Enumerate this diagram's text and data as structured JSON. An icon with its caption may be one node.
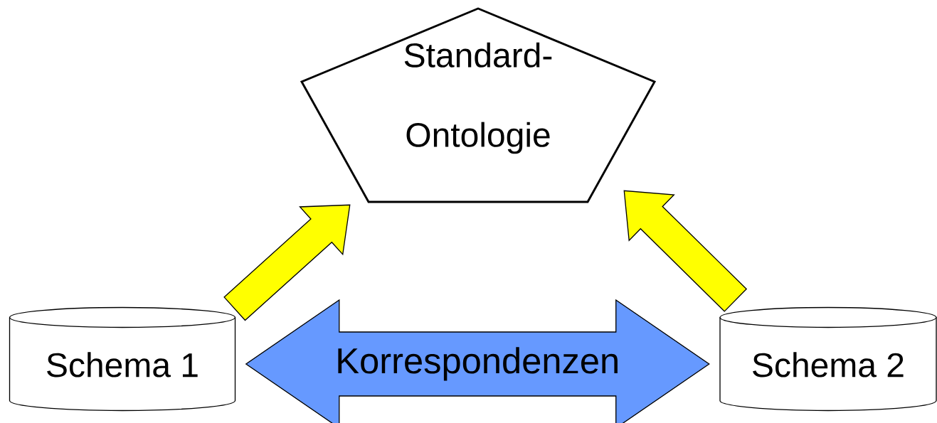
{
  "diagram": {
    "nodes": [
      {
        "text": [
          "Standard- Ontologie"
        ]
      },
      {
        "text": [
          "Schema 1"
        ]
      },
      {
        "text": [
          "Schema 2"
        ]
      }
    ],
    "edges": [
      {
        "from": 1,
        "to": 0,
        "arrow": "to",
        "style": "thick",
        "color": "#ffff00"
      },
      {
        "from": 2,
        "to": 0,
        "arrow": "to",
        "style": "thick",
        "color": "#ffff00"
      },
      {
        "from": 1,
        "to": 2,
        "arrow": "both",
        "style": "thick",
        "color": "#6699ff",
        "label": "Korrespondenzen"
      }
    ]
  }
}
